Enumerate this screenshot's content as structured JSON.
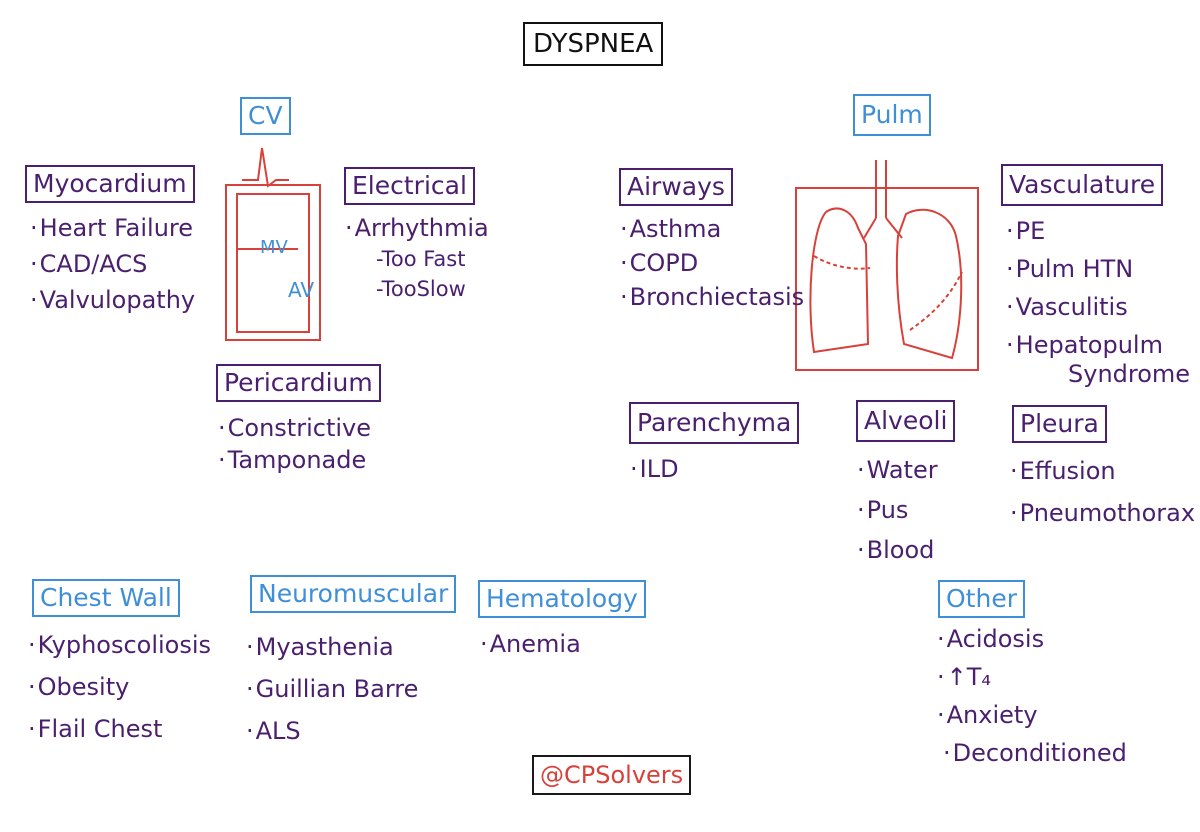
{
  "title": "DYSPNEA",
  "handle": "@CPSolvers",
  "colors": {
    "category": "#3f8fd8",
    "cause": "#4a1f6e",
    "drawing": "#d8413a"
  },
  "cv": {
    "title": "CV",
    "heart_labels": {
      "mv": "MV",
      "av": "AV"
    },
    "myocardium": {
      "title": "Myocardium",
      "items": [
        "Heart Failure",
        "CAD/ACS",
        "Valvulopathy"
      ]
    },
    "electrical": {
      "title": "Electrical",
      "items": [
        "Arrhythmia"
      ],
      "subitems": [
        "-Too Fast",
        "-TooSlow"
      ]
    },
    "pericardium": {
      "title": "Pericardium",
      "items": [
        "Constrictive",
        "Tamponade"
      ]
    }
  },
  "pulm": {
    "title": "Pulm",
    "airways": {
      "title": "Airways",
      "items": [
        "Asthma",
        "COPD",
        "Bronchiectasis"
      ]
    },
    "vasculature": {
      "title": "Vasculature",
      "items": [
        "PE",
        "Pulm HTN",
        "Vasculitis",
        "Hepatopulm"
      ],
      "continuation": "Syndrome"
    },
    "parenchyma": {
      "title": "Parenchyma",
      "items": [
        "ILD"
      ]
    },
    "alveoli": {
      "title": "Alveoli",
      "items": [
        "Water",
        "Pus",
        "Blood"
      ]
    },
    "pleura": {
      "title": "Pleura",
      "items": [
        "Effusion",
        "Pneumothorax"
      ]
    }
  },
  "chest_wall": {
    "title": "Chest Wall",
    "items": [
      "Kyphoscoliosis",
      "Obesity",
      "Flail Chest"
    ]
  },
  "neuromuscular": {
    "title": "Neuromuscular",
    "items": [
      "Myasthenia",
      "Guillian Barre",
      "ALS"
    ]
  },
  "hematology": {
    "title": "Hematology",
    "items": [
      "Anemia"
    ]
  },
  "other": {
    "title": "Other",
    "items": [
      "Acidosis",
      "↑T₄",
      "Anxiety",
      "Deconditioned"
    ]
  }
}
